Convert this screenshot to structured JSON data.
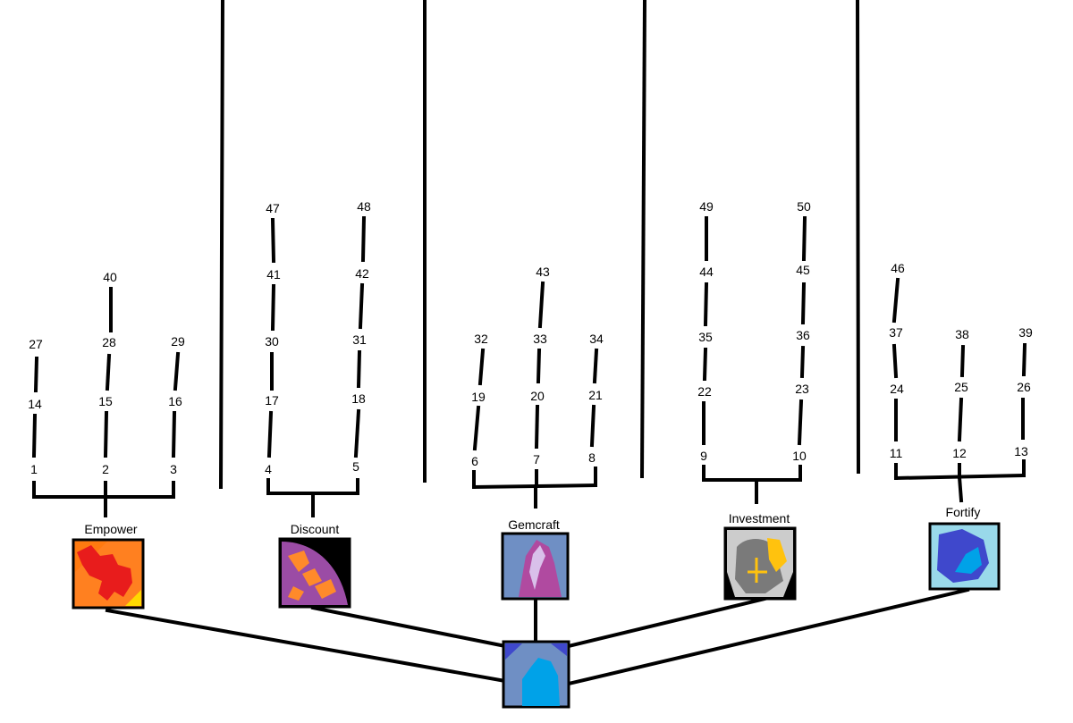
{
  "branches": [
    {
      "id": "empower",
      "label": "Empower"
    },
    {
      "id": "discount",
      "label": "Discount"
    },
    {
      "id": "gemcraft",
      "label": "Gemcraft"
    },
    {
      "id": "investment",
      "label": "Investment"
    },
    {
      "id": "fortify",
      "label": "Fortify"
    }
  ],
  "nodes": {
    "n1": "1",
    "n2": "2",
    "n3": "3",
    "n4": "4",
    "n5": "5",
    "n6": "6",
    "n7": "7",
    "n8": "8",
    "n9": "9",
    "n10": "10",
    "n11": "11",
    "n12": "12",
    "n13": "13",
    "n14": "14",
    "n15": "15",
    "n16": "16",
    "n17": "17",
    "n18": "18",
    "n19": "19",
    "n20": "20",
    "n21": "21",
    "n22": "22",
    "n23": "23",
    "n24": "24",
    "n25": "25",
    "n26": "26",
    "n27": "27",
    "n28": "28",
    "n29": "29",
    "n30": "30",
    "n31": "31",
    "n32": "32",
    "n33": "33",
    "n34": "34",
    "n35": "35",
    "n36": "36",
    "n37": "37",
    "n38": "38",
    "n39": "39",
    "n40": "40",
    "n41": "41",
    "n42": "42",
    "n43": "43",
    "n44": "44",
    "n45": "45",
    "n46": "46",
    "n47": "47",
    "n48": "48",
    "n49": "49",
    "n50": "50"
  },
  "icon_names": {
    "root": "blue-gem-icon",
    "empower": "red-fist-icon",
    "discount": "purple-coin-icon",
    "gemcraft": "crystal-icon",
    "investment": "money-bag-icon",
    "fortify": "blue-shield-icon"
  },
  "colors": {
    "line": "#000000",
    "empower_bg": "#ff8020",
    "empower_fg": "#e81c1c",
    "discount_bg": "#9b4ca5",
    "discount_fg": "#ff8a2a",
    "gemcraft_bg": "#6f8fc4",
    "gemcraft_fg": "#b04aa0",
    "investment_bg": "#cccccc",
    "investment_fg": "#7a7a7a",
    "investment_gold": "#ffc20e",
    "fortify_bg": "#99d9ea",
    "fortify_fg": "#3f48cc",
    "root_bg": "#6f8fc4",
    "root_fg": "#00a2e8"
  }
}
